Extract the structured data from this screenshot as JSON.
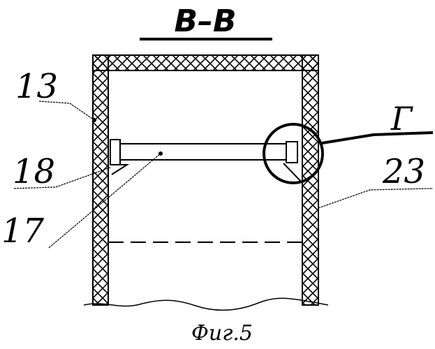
{
  "title": "В–В",
  "labels": {
    "l13": "13",
    "l18": "18",
    "l17": "17",
    "lG": "Г",
    "l23": "23"
  },
  "caption": "Фиг.5"
}
